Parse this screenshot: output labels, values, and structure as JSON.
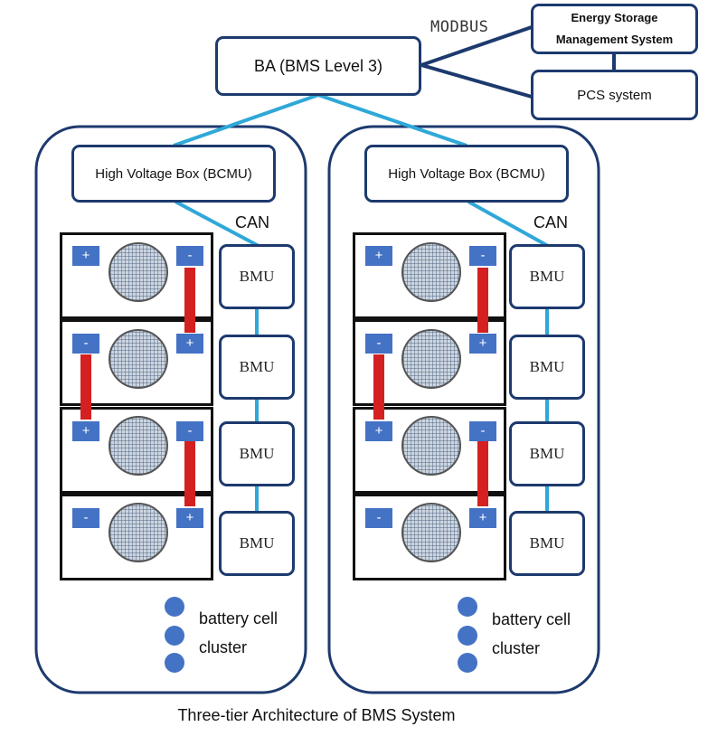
{
  "diagram": {
    "ba_label": "BA (BMS Level 3)",
    "modbus_label": "MODBUS",
    "ems_label": "Energy Storage Management System",
    "pcs_label": "PCS system",
    "hv_box_label": "High Voltage Box (BCMU)",
    "can_label": "CAN",
    "bmu_label": "BMU",
    "plus_symbol": "+",
    "minus_symbol": "-",
    "legend_battery_cell": "battery cell",
    "legend_cluster": "cluster",
    "caption": "Three-tier Architecture of BMS System"
  },
  "colors": {
    "outline": "#1d3a6e",
    "link_cyan": "#2fa8d8",
    "link_dark": "#1d3a6e",
    "terminal": "#4472c4",
    "busbar": "#d42020"
  }
}
